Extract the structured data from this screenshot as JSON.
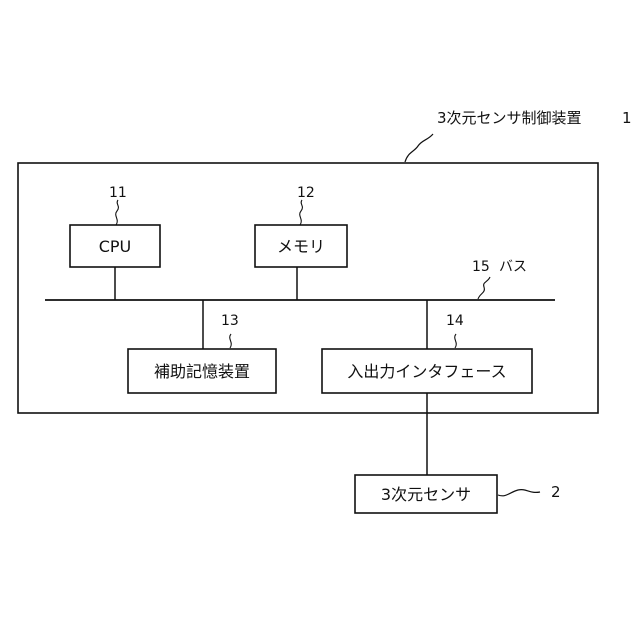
{
  "system": {
    "label": "3次元センサ制御装置",
    "ref": "1"
  },
  "components": {
    "cpu": {
      "label": "CPU",
      "ref": "11"
    },
    "memory": {
      "label": "メモリ",
      "ref": "12"
    },
    "aux_storage": {
      "label": "補助記憶装置",
      "ref": "13"
    },
    "io_interface": {
      "label": "入出力インタフェース",
      "ref": "14"
    }
  },
  "bus": {
    "ref": "15",
    "label": "バス"
  },
  "sensor": {
    "label": "3次元センサ",
    "ref": "2"
  },
  "colors": {
    "line": "#111111",
    "background": "#ffffff"
  }
}
